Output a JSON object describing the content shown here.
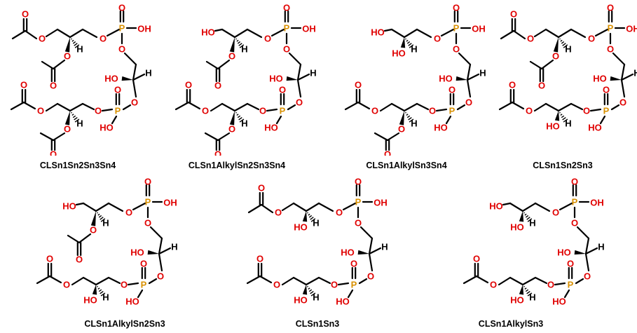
{
  "colors": {
    "bond": "#000000",
    "oxygen": "#e00000",
    "phosphorus": "#d89000",
    "caption": "#000000"
  },
  "atoms": {
    "oxygen": "O",
    "phosphorus": "P",
    "hydrogen": "H",
    "hydroxyl": "HO",
    "hydroxyl_alt": "OH"
  },
  "molecules": [
    {
      "name": "CLSn1Sn2Sn3Sn4",
      "acyl": [
        true,
        true,
        true,
        true
      ]
    },
    {
      "name": "CLSn1AlkylSn2Sn3Sn4",
      "acyl": [
        false,
        true,
        true,
        true
      ]
    },
    {
      "name": "CLSn1AlkylSn3Sn4",
      "acyl": [
        false,
        false,
        true,
        true
      ]
    },
    {
      "name": "CLSn1Sn2Sn3",
      "acyl": [
        true,
        true,
        true,
        false
      ]
    },
    {
      "name": "CLSn1AlkylSn2Sn3",
      "acyl": [
        false,
        true,
        true,
        false
      ]
    },
    {
      "name": "CLSn1Sn3",
      "acyl": [
        true,
        false,
        true,
        false
      ]
    },
    {
      "name": "CLSn1AlkylSn3",
      "acyl": [
        false,
        false,
        true,
        false
      ]
    }
  ]
}
